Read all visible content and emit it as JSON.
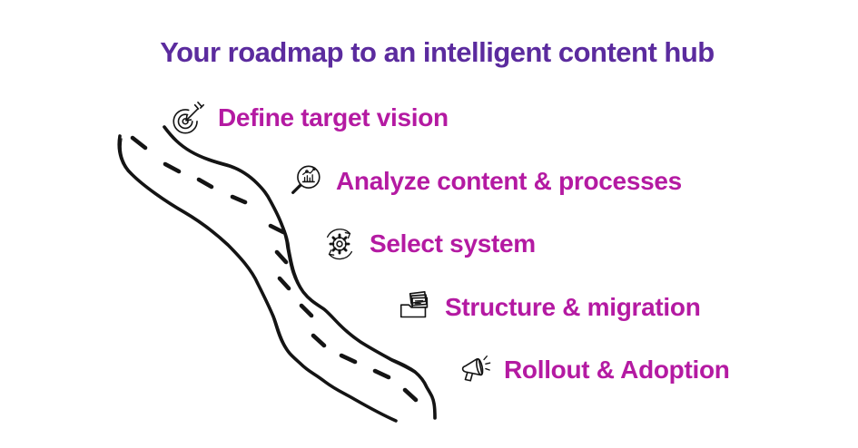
{
  "title": "Your roadmap to an intelligent content hub",
  "colors": {
    "background": "#ffffff",
    "title": "#5b2b9e",
    "step": "#b41aa2",
    "road": "#141414"
  },
  "roadmap": {
    "illustration": "hand-drawn-winding-road-with-dashed-center-line",
    "steps": [
      {
        "label": "Define target vision",
        "icon": "target-dart-icon"
      },
      {
        "label": "Analyze content & processes",
        "icon": "magnifier-chart-icon"
      },
      {
        "label": "Select system",
        "icon": "gear-refresh-icon"
      },
      {
        "label": "Structure & migration",
        "icon": "folder-files-icon"
      },
      {
        "label": "Rollout & Adoption",
        "icon": "megaphone-icon"
      }
    ]
  }
}
